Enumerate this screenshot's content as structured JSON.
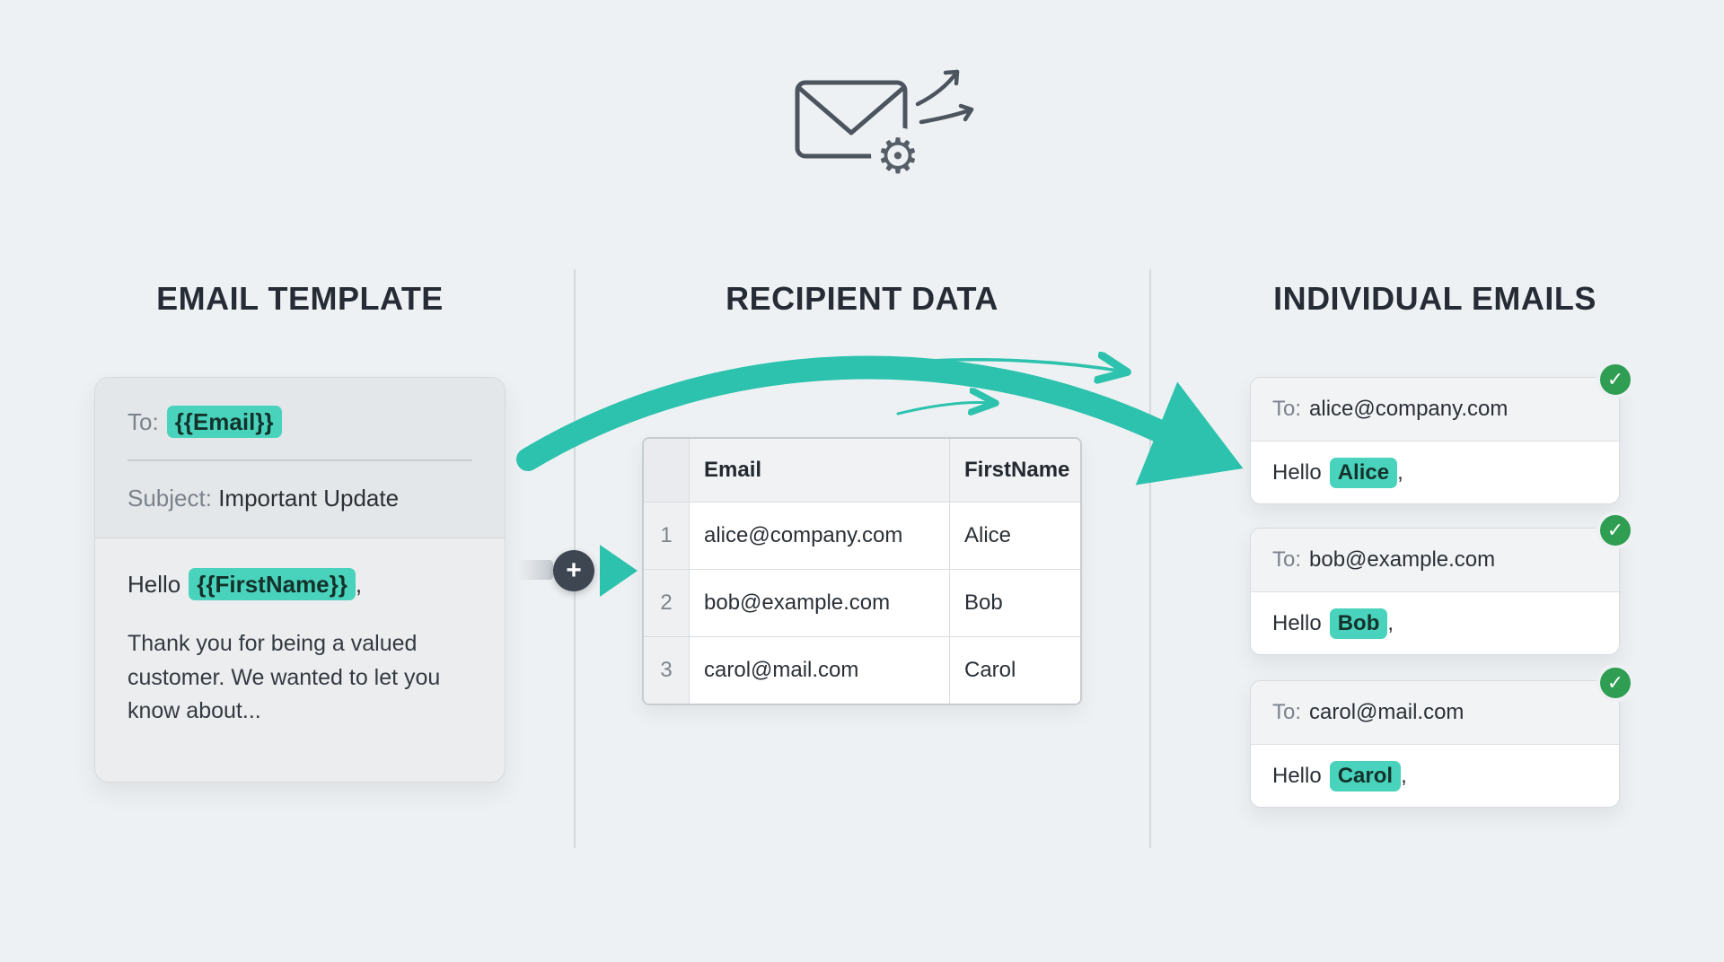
{
  "colors": {
    "background": "#eef1f3",
    "accent_teal": "#2cc2ae",
    "highlight_teal": "#49d3bc",
    "success_green": "#2f9e52",
    "badge_slate": "#3e4651",
    "heading_text": "#262c35"
  },
  "icons": {
    "mail_merge": "envelope-gear-send-icon",
    "plus_glyph": "+",
    "check_glyph": "✓"
  },
  "template": {
    "title": "EMAIL TEMPLATE",
    "to_label": "To:",
    "to_token": "{{Email}}",
    "subject_label": "Subject:",
    "subject_text": "Important Update",
    "greeting_prefix": "Hello",
    "greeting_token": "{{FirstName}}",
    "greeting_comma": ",",
    "body": "Thank you for being a valued customer. We wanted to let you know about..."
  },
  "recipients": {
    "title": "RECIPIENT DATA",
    "headers": {
      "email": "Email",
      "first_name": "FirstName"
    },
    "rows": [
      {
        "num": "1",
        "email": "alice@company.com",
        "first_name": "Alice"
      },
      {
        "num": "2",
        "email": "bob@example.com",
        "first_name": "Bob"
      },
      {
        "num": "3",
        "email": "carol@mail.com",
        "first_name": "Carol"
      }
    ]
  },
  "outputs": {
    "title": "INDIVIDUAL EMAILS",
    "emails": [
      {
        "to_label": "To:",
        "address": "alice@company.com",
        "greeting_prefix": "Hello",
        "name": "Alice",
        "comma": ","
      },
      {
        "to_label": "To:",
        "address": "bob@example.com",
        "greeting_prefix": "Hello",
        "name": "Bob",
        "comma": ","
      },
      {
        "to_label": "To:",
        "address": "carol@mail.com",
        "greeting_prefix": "Hello",
        "name": "Carol",
        "comma": ","
      }
    ]
  }
}
